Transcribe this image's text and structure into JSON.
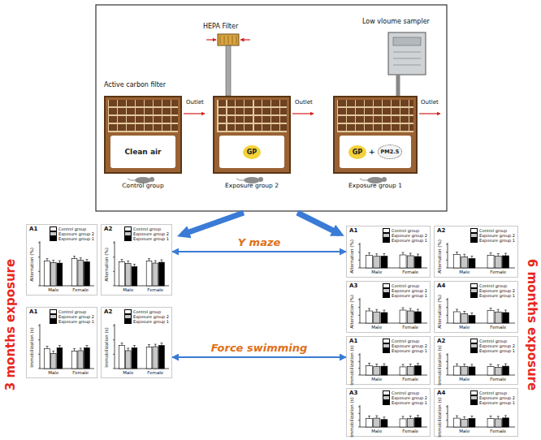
{
  "diagram": {
    "nodes": [
      {
        "text": [
          "Clean air",
          "Control group"
        ]
      },
      {
        "text": [
          "GP",
          "Exposure group 2"
        ]
      },
      {
        "text": [
          "GP",
          "+",
          "PM2.5",
          "Exposure group 1"
        ]
      },
      {
        "text": [
          "A1",
          "Alternation (%)",
          "Male",
          "Female"
        ]
      },
      {
        "text": [
          "A2",
          "Alternation (%)",
          "Male",
          "Female"
        ]
      },
      {
        "text": [
          "A1",
          "Immobilization (s)",
          "Male",
          "Female"
        ]
      },
      {
        "text": [
          "A2",
          "Immobilization (s)",
          "Male",
          "Female"
        ]
      },
      {
        "text": [
          "A1",
          "Alternation (%)",
          "Male",
          "Female"
        ]
      },
      {
        "text": [
          "A2",
          "Alternation (%)",
          "Male",
          "Female"
        ]
      },
      {
        "text": [
          "A3",
          "Alternation (%)",
          "Male",
          "Female"
        ]
      },
      {
        "text": [
          "A4",
          "Alternation (%)",
          "Male",
          "Female"
        ]
      },
      {
        "text": [
          "A1",
          "Immobilization (s)",
          "Male",
          "Female"
        ]
      },
      {
        "text": [
          "A2",
          "Immobilization (s)",
          "Male",
          "Female"
        ]
      },
      {
        "text": [
          "A3",
          "Immobilization (s)",
          "Male",
          "Female"
        ]
      },
      {
        "text": [
          "A4",
          "Immobilization (s)",
          "Male",
          "Female"
        ]
      }
    ],
    "edges": [
      {
        "from": 4,
        "to": 7,
        "label": "Y maze",
        "arrow": "both"
      },
      {
        "from": 6,
        "to": 11,
        "label": "Force swimming",
        "arrow": "both"
      }
    ],
    "labels": [
      "HEPA Filter",
      "Low vloume sampler",
      "Active carbon filter",
      "Outlet",
      "Outlet",
      "Outlet",
      "3 months exposure",
      "6 months exposure"
    ],
    "legend": [
      {
        "text": "Control group",
        "color": "#ffffff"
      },
      {
        "text": "Exposure group 2",
        "color": "#c8c8c8"
      },
      {
        "text": "Exposure group 1",
        "color": "#000000"
      },
      {
        "text": "Control group",
        "color": "#ffffff"
      },
      {
        "text": "Exposure group 2",
        "color": "#c8c8c8"
      },
      {
        "text": "Exposure group 1",
        "color": "#000000"
      },
      {
        "text": "Control group",
        "color": "#ffffff"
      },
      {
        "text": "Exposure group 2",
        "color": "#c8c8c8"
      },
      {
        "text": "Exposure group 1",
        "color": "#000000"
      },
      {
        "text": "Control group",
        "color": "#ffffff"
      },
      {
        "text": "Exposure group 2",
        "color": "#c8c8c8"
      },
      {
        "text": "Exposure group 1",
        "color": "#000000"
      },
      {
        "text": "Control group",
        "color": "#ffffff"
      },
      {
        "text": "Exposure group 2",
        "color": "#c8c8c8"
      },
      {
        "text": "Exposure group 1",
        "color": "#000000"
      },
      {
        "text": "Control group",
        "color": "#ffffff"
      },
      {
        "text": "Exposure group 2",
        "color": "#c8c8c8"
      },
      {
        "text": "Exposure group 1",
        "color": "#000000"
      },
      {
        "text": "Control group",
        "color": "#ffffff"
      },
      {
        "text": "Exposure group 2",
        "color": "#c8c8c8"
      },
      {
        "text": "Exposure group 1",
        "color": "#000000"
      },
      {
        "text": "Control group",
        "color": "#ffffff"
      },
      {
        "text": "Exposure group 2",
        "color": "#c8c8c8"
      },
      {
        "text": "Exposure group 1",
        "color": "#000000"
      },
      {
        "text": "Control group",
        "color": "#ffffff"
      },
      {
        "text": "Exposure group 2",
        "color": "#c8c8c8"
      },
      {
        "text": "Exposure group 1",
        "color": "#000000"
      },
      {
        "text": "Control group",
        "color": "#ffffff"
      },
      {
        "text": "Exposure group 2",
        "color": "#c8c8c8"
      },
      {
        "text": "Exposure group 1",
        "color": "#000000"
      },
      {
        "text": "Control group",
        "color": "#ffffff"
      },
      {
        "text": "Exposure group 2",
        "color": "#c8c8c8"
      },
      {
        "text": "Exposure group 1",
        "color": "#000000"
      },
      {
        "text": "Control group",
        "color": "#ffffff"
      },
      {
        "text": "Exposure group 2",
        "color": "#c8c8c8"
      },
      {
        "text": "Exposure group 1",
        "color": "#000000"
      }
    ]
  }
}
